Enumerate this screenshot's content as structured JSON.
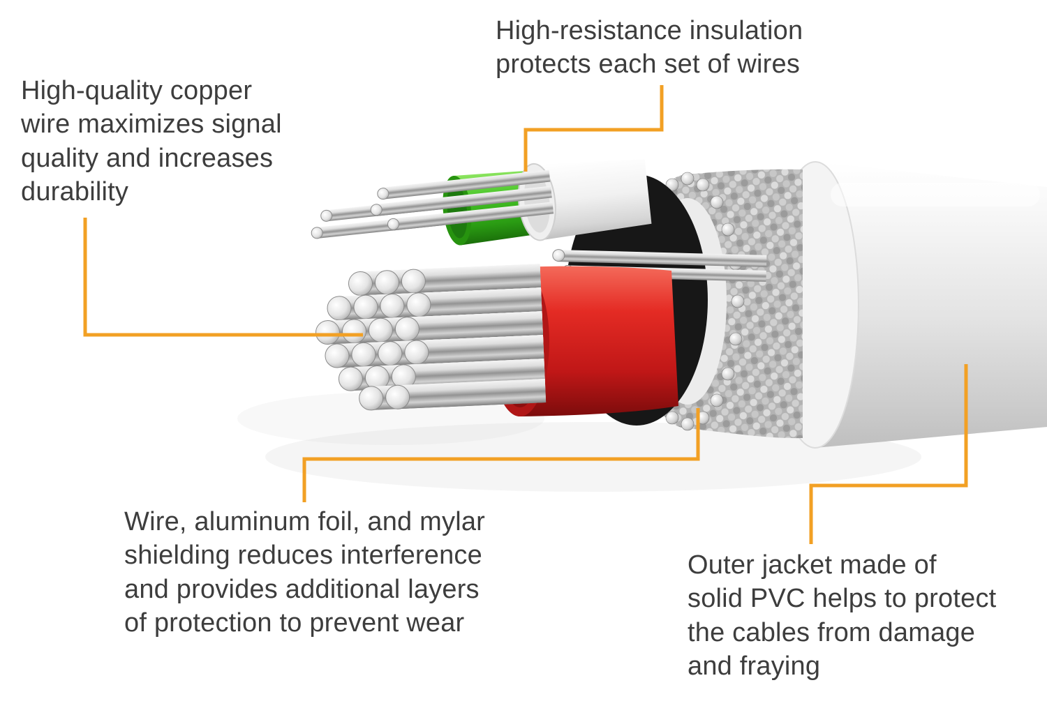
{
  "page": {
    "background": "#ffffff"
  },
  "colors": {
    "callout_line": "#F2A024",
    "label_text": "#3d3d3d",
    "red_insulation": "#d42020",
    "green_insulation": "#3ab81f",
    "white_insulation": "#f1f1f1",
    "silver_wire": "#c9c9c9",
    "outer_jacket": "#e3e3e3",
    "shield_braid": "#b5b5b5"
  },
  "labels": {
    "copper_wire": {
      "text": "High-quality copper\nwire maximizes signal\nquality and increases\ndurability"
    },
    "insulation": {
      "text": "High-resistance insulation\nprotects each set of wires"
    },
    "shielding": {
      "text": "Wire, aluminum foil, and mylar\nshielding reduces interference\nand provides additional layers\nof protection to prevent wear"
    },
    "outer_jacket": {
      "text": "Outer jacket made of\nsolid PVC helps to protect\nthe cables from damage\nand fraying"
    }
  },
  "illustration": {
    "parts": [
      "copper-wire-bundle",
      "red-insulation-sleeve",
      "green-insulation-sleeve",
      "white-insulation-sleeve",
      "twisted-pair-wires",
      "foil-ring",
      "braided-metal-shield",
      "outer-pvc-jacket"
    ]
  }
}
